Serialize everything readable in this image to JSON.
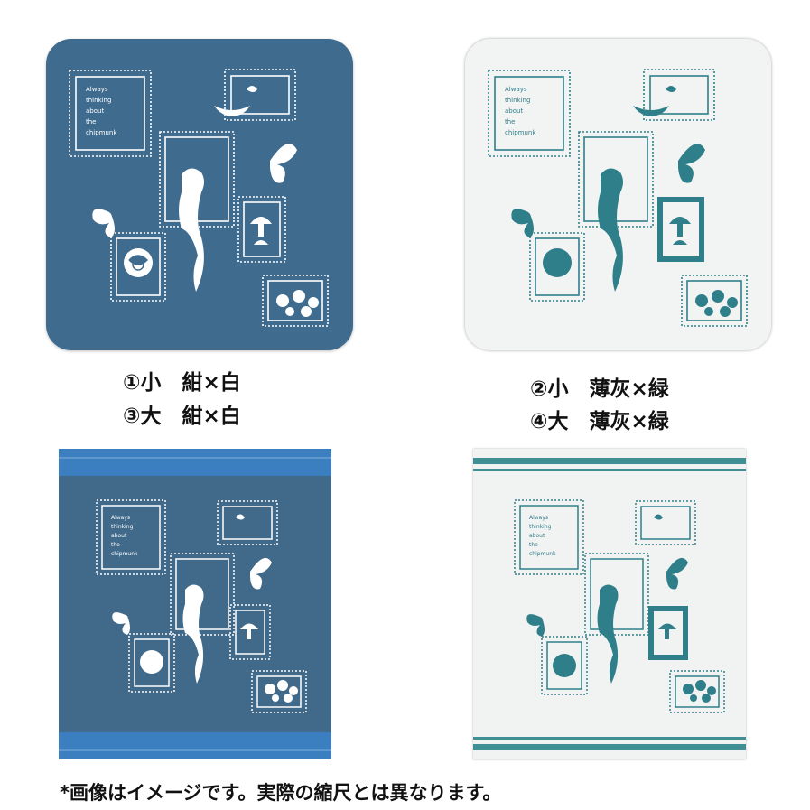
{
  "products": [
    {
      "id": 1,
      "caption": "①小　紺×白",
      "base": "#3f6b8e",
      "ink": "#ffffff"
    },
    {
      "id": 2,
      "caption": "②小　薄灰×緑",
      "base": "#f2f3f3",
      "ink": "#2f7f8a"
    },
    {
      "id": 3,
      "caption": "③大　紺×白",
      "base": "#40698a",
      "ink": "#ffffff",
      "stripe": "#3b7fc0"
    },
    {
      "id": 4,
      "caption": "④大　薄灰×緑",
      "base": "#f1f2f2",
      "ink": "#2f7f8a",
      "stripe": "#3f8f95"
    }
  ],
  "frame_text": [
    "Always",
    "thinking",
    "about",
    "the",
    "chipmunk"
  ],
  "note": "*画像はイメージです。実際の縮尺とは異なります。",
  "icons": [
    "chipmunk-icon",
    "butterfly-icon",
    "rose-icon",
    "mushroom-icon",
    "bird-icon",
    "flower-icon"
  ]
}
